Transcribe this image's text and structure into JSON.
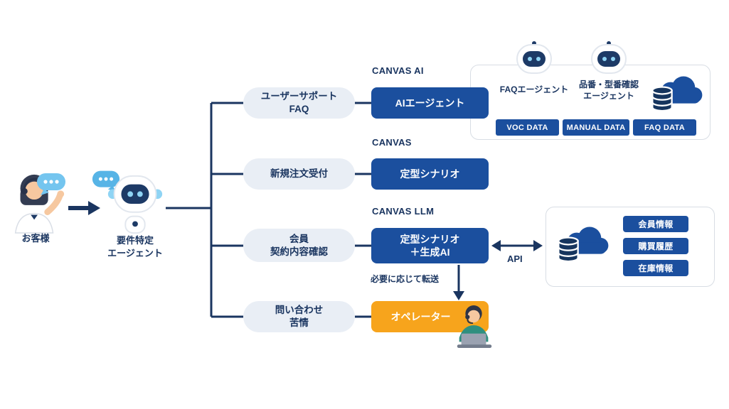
{
  "customer": {
    "label": "お客様"
  },
  "router": {
    "label": "要件特定\nエージェント"
  },
  "rows": [
    {
      "pill": "ユーザーサポート\nFAQ",
      "tag": "CANVAS AI",
      "box": "AIエージェント"
    },
    {
      "pill": "新規注文受付",
      "tag": "CANVAS",
      "box": "定型シナリオ"
    },
    {
      "pill": "会員\n契約内容確認",
      "tag": "CANVAS LLM",
      "box": "定型シナリオ\n＋生成AI"
    },
    {
      "pill": "問い合わせ\n苦情",
      "tag": "",
      "box": "オペレーター"
    }
  ],
  "notes": {
    "transfer": "必要に応じて転送",
    "api": "API"
  },
  "faq_panel": {
    "agent1": "FAQエージェント",
    "agent2": "品番・型番確認\nエージェント",
    "tags": [
      "VOC DATA",
      "MANUAL DATA",
      "FAQ DATA"
    ]
  },
  "db_panel": {
    "tags": [
      "会員情報",
      "購買履歴",
      "在庫情報"
    ]
  },
  "icons": {
    "customer": "person-waving-icon",
    "router": "robot-icon",
    "faq_agent": "robot-head-icon",
    "model_agent": "robot-head-icon",
    "database_cloud": "cloud-database-icon",
    "operator": "operator-headset-icon",
    "speech": "speech-bubble-dots-icon"
  },
  "colors": {
    "primary": "#1b4f9e",
    "navy": "#1a3560",
    "orange": "#f7a41c",
    "pill_bg": "#e9eef5",
    "sky": "#74c5ef"
  }
}
